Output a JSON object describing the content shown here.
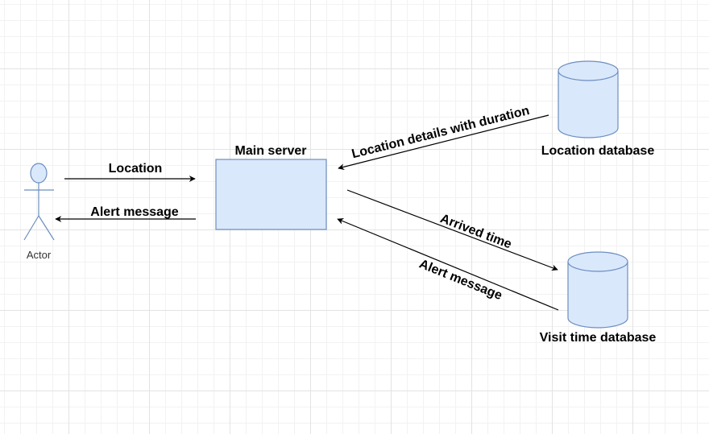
{
  "nodes": {
    "actor": {
      "label": "Actor"
    },
    "main_server": {
      "label": "Main server"
    },
    "location_db": {
      "label": "Location database"
    },
    "visit_db": {
      "label": "Visit time database"
    }
  },
  "edges": {
    "actor_to_server": {
      "label": "Location"
    },
    "server_to_actor": {
      "label": "Alert message"
    },
    "locdb_to_server": {
      "label": "Location details with duration"
    },
    "server_to_visitdb": {
      "label": "Arrived time"
    },
    "visitdb_to_server": {
      "label": "Alert message"
    }
  },
  "colors": {
    "shape_fill": "#dae8fc",
    "shape_stroke": "#6c8ebf",
    "edge": "#000000"
  }
}
